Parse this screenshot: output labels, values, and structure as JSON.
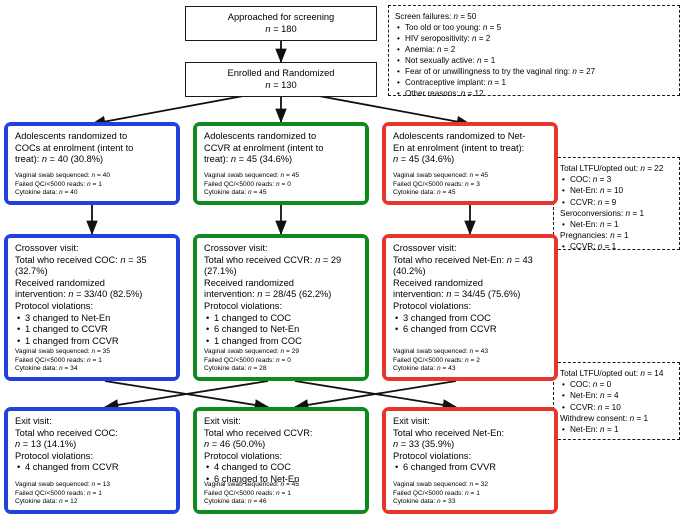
{
  "flowchart": {
    "type": "consort-flow-diagram",
    "colors": {
      "blue": "#2341dd",
      "green": "#0f8a1e",
      "red": "#e8362c",
      "outline": "#1a1a1a"
    },
    "top": {
      "screening": {
        "line1": "Approached for screening",
        "line2_prefix": "n",
        "line2_value": " = 180"
      },
      "enrolled": {
        "line1": "Enrolled and Randomized",
        "line2_prefix": "n",
        "line2_value": " = 130"
      }
    },
    "screen_failures": {
      "heading_prefix": "Screen failures: ",
      "heading_n": "n",
      "heading_value": " = 50",
      "items": [
        {
          "label": "Too old or too young: ",
          "n": "n",
          "value": " = 5"
        },
        {
          "label": "HIV seropositivity: ",
          "n": "n",
          "value": " = 2"
        },
        {
          "label": "Anemia: ",
          "n": "n",
          "value": " = 2"
        },
        {
          "label": "Not sexually active: ",
          "n": "n",
          "value": " = 1"
        },
        {
          "label": "Fear of or unwillingness to try the vaginal ring: ",
          "n": "n",
          "value": " = 27"
        },
        {
          "label": "Contraceptive implant: ",
          "n": "n",
          "value": " = 1"
        },
        {
          "label": "Other reasons: ",
          "n": "n",
          "value": " = 12"
        }
      ]
    },
    "ltfu_top": {
      "heading": "Total LTFU/opted out: ",
      "heading_n": "n",
      "heading_value": " = 22",
      "items": [
        {
          "label": "COC: ",
          "n": "n",
          "value": " = 3"
        },
        {
          "label": "Net-En: ",
          "n": "n",
          "value": " = 10"
        },
        {
          "label": "CCVR: ",
          "n": "n",
          "value": " = 9"
        }
      ],
      "sub1": {
        "label": "Seroconversions: ",
        "n": "n",
        "value": " = 1"
      },
      "sub1_items": [
        {
          "label": "Net-En: ",
          "n": "n",
          "value": " = 1"
        }
      ],
      "sub2": {
        "label": "Pregnancies: ",
        "n": "n",
        "value": " = 1"
      },
      "sub2_items": [
        {
          "label": "CCVR: ",
          "n": "n",
          "value": " = 1"
        }
      ]
    },
    "ltfu_bottom": {
      "heading": "Total LTFU/opted out: ",
      "heading_n": "n",
      "heading_value": " = 14",
      "items": [
        {
          "label": "COC: ",
          "n": "n",
          "value": " = 0"
        },
        {
          "label": "Net-En: ",
          "n": "n",
          "value": " = 4"
        },
        {
          "label": "CCVR: ",
          "n": "n",
          "value": " = 10"
        }
      ],
      "sub1": {
        "label": "Withdrew consent: ",
        "n": "n",
        "value": " = 1"
      },
      "sub1_items": [
        {
          "label": "Net-En: ",
          "n": "n",
          "value": " = 1"
        }
      ]
    },
    "enrolment_row": [
      {
        "arm": "COC",
        "color": "blue",
        "title_line1": "Adolescents randomized to",
        "title_line2": "COCs at enrolment (intent to",
        "title_line3_pre": "treat): ",
        "title_n": "n",
        "title_line3_post": " = 40 (30.8%)",
        "stats": [
          {
            "label": "Vaginal swab sequenced: ",
            "n": "n",
            "value": " = 40"
          },
          {
            "label": "Failed QC/<5000 reads: ",
            "n": "n",
            "value": " = 1"
          },
          {
            "label": "Cytokine data: ",
            "n": "n",
            "value": " = 40"
          }
        ]
      },
      {
        "arm": "CCVR",
        "color": "green",
        "title_line1": "Adolescents randomized to",
        "title_line2": "CCVR at enrolment (intent to",
        "title_line3_pre": "treat): ",
        "title_n": "n",
        "title_line3_post": " = 45 (34.6%)",
        "stats": [
          {
            "label": "Vaginal swab sequenced: ",
            "n": "n",
            "value": " = 45"
          },
          {
            "label": "Failed QC/<5000 reads: ",
            "n": "n",
            "value": " = 0"
          },
          {
            "label": "Cytokine data: ",
            "n": "n",
            "value": " = 45"
          }
        ]
      },
      {
        "arm": "Net-En",
        "color": "red",
        "title_line1": "Adolescents randomized to Net-",
        "title_line2": "En at enrolment (intent to treat):",
        "title_line3_pre": "",
        "title_n": "n",
        "title_line3_post": " = 45 (34.6%)",
        "stats": [
          {
            "label": "Vaginal swab sequenced: ",
            "n": "n",
            "value": " = 45"
          },
          {
            "label": "Failed QC/<5000 reads: ",
            "n": "n",
            "value": " = 3"
          },
          {
            "label": "Cytokine data: ",
            "n": "n",
            "value": " = 45"
          }
        ]
      }
    ],
    "crossover_row": [
      {
        "arm": "COC",
        "color": "blue",
        "visit": "Crossover visit:",
        "total_pre": "Total who received COC: ",
        "total_n": "n",
        "total_post": " = 35",
        "pct": "(32.7%)",
        "received_label": "Received randomized",
        "received_pre": "intervention: ",
        "received_n": "n",
        "received_post": " = 33/40 (82.5%)",
        "violations_label": "Protocol violations:",
        "violations": [
          "3 changed to Net-En",
          "1 changed to CCVR",
          "1 changed from CCVR"
        ],
        "stats": [
          {
            "label": "Vaginal swab sequenced: ",
            "n": "n",
            "value": " = 35"
          },
          {
            "label": "Failed QC/<5000 reads: ",
            "n": "n",
            "value": " = 1"
          },
          {
            "label": "Cytokine data: ",
            "n": "n",
            "value": " = 34"
          }
        ]
      },
      {
        "arm": "CCVR",
        "color": "green",
        "visit": "Crossover visit:",
        "total_pre": "Total who received CCVR: ",
        "total_n": "n",
        "total_post": " = 29",
        "pct": "(27.1%)",
        "received_label": "Received randomized",
        "received_pre": "intervention: ",
        "received_n": "n",
        "received_post": " = 28/45 (62.2%)",
        "violations_label": "Protocol violations:",
        "violations": [
          "1 changed to COC",
          "6 changed to Net-En",
          "1 changed from COC"
        ],
        "stats": [
          {
            "label": "Vaginal swab sequenced: ",
            "n": "n",
            "value": " = 29"
          },
          {
            "label": "Failed QC/<5000 reads: ",
            "n": "n",
            "value": " = 0"
          },
          {
            "label": "Cytokine data: ",
            "n": "n",
            "value": " = 28"
          }
        ]
      },
      {
        "arm": "Net-En",
        "color": "red",
        "visit": "Crossover visit:",
        "total_pre": "Total who received Net-En: ",
        "total_n": "n",
        "total_post": " = 43",
        "pct": "(40.2%)",
        "received_label": "Received randomized",
        "received_pre": "intervention: ",
        "received_n": "n",
        "received_post": " = 34/45 (75.6%)",
        "violations_label": "Protocol violations:",
        "violations": [
          "3 changed from COC",
          "6 changed from CCVR"
        ],
        "stats": [
          {
            "label": "Vaginal swab sequenced: ",
            "n": "n",
            "value": " = 43"
          },
          {
            "label": "Failed QC/<5000 reads: ",
            "n": "n",
            "value": " = 2"
          },
          {
            "label": "Cytokine data: ",
            "n": "n",
            "value": " = 43"
          }
        ]
      }
    ],
    "exit_row": [
      {
        "arm": "COC",
        "color": "blue",
        "visit": "Exit visit:",
        "total_label": "Total who received COC:",
        "total_n": "n",
        "total_post": " = 13 (14.1%)",
        "violations_label": "Protocol violations:",
        "violations": [
          "4 changed from CCVR"
        ],
        "stats": [
          {
            "label": "Vaginal swab sequenced: ",
            "n": "n",
            "value": " = 13"
          },
          {
            "label": "Failed QC/<5000 reads: ",
            "n": "n",
            "value": " = 1"
          },
          {
            "label": "Cytokine data: ",
            "n": "n",
            "value": " = 12"
          }
        ]
      },
      {
        "arm": "CCVR",
        "color": "green",
        "visit": "Exit visit:",
        "total_label": "Total who received CCVR:",
        "total_n": "n",
        "total_post": " = 46 (50.0%)",
        "violations_label": "Protocol violations:",
        "violations": [
          "4 changed to COC",
          "6 changed to Net-En"
        ],
        "stats": [
          {
            "label": "Vaginal swab sequenced: ",
            "n": "n",
            "value": " = 45"
          },
          {
            "label": "Failed QC/<5000 reads: ",
            "n": "n",
            "value": " = 1"
          },
          {
            "label": "Cytokine data: ",
            "n": "n",
            "value": " = 46"
          }
        ]
      },
      {
        "arm": "Net-En",
        "color": "red",
        "visit": "Exit visit:",
        "total_label": "Total who received Net-En:",
        "total_n": "n",
        "total_post": " = 33 (35.9%)",
        "violations_label": "Protocol violations:",
        "violations": [
          "6 changed from CVVR"
        ],
        "stats": [
          {
            "label": "Vaginal swab sequenced: ",
            "n": "n",
            "value": " = 32"
          },
          {
            "label": "Failed QC/<5000 reads: ",
            "n": "n",
            "value": " = 1"
          },
          {
            "label": "Cytokine data: ",
            "n": "n",
            "value": " = 33"
          }
        ]
      }
    ]
  }
}
